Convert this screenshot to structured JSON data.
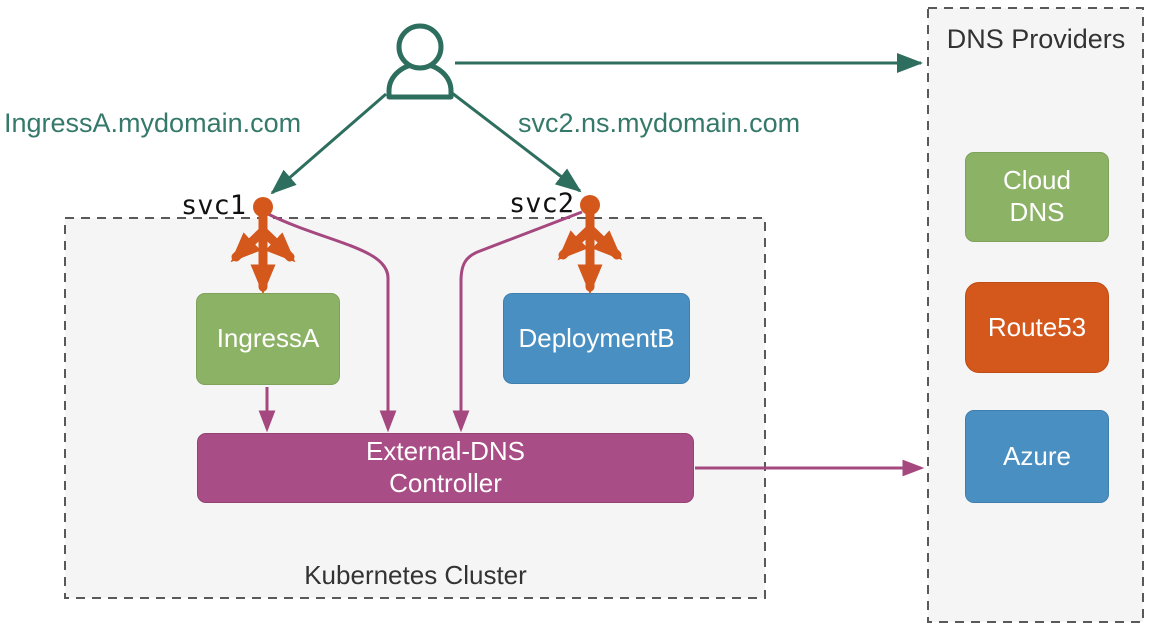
{
  "labels": {
    "ingress_domain": "IngressA.mydomain.com",
    "svc2_domain": "svc2.ns.mydomain.com",
    "svc1": "svc1",
    "svc2": "svc2",
    "cluster_title": "Kubernetes Cluster",
    "providers_title": "DNS Providers"
  },
  "nodes": {
    "ingress": "IngressA",
    "deployment": "DeploymentB",
    "controller": "External-DNS\nController"
  },
  "providers": [
    {
      "label": "Cloud\nDNS",
      "color": "#8cb266"
    },
    {
      "label": "Route53",
      "color": "#d4571c"
    },
    {
      "label": "Azure",
      "color": "#4a8fc2"
    }
  ],
  "icons": {
    "user": "user-icon",
    "service_endpoint": "service-endpoint-dot-icon",
    "fanout": "service-fanout-arrows-icon"
  },
  "colors": {
    "teal": "#2e6e5e",
    "teal_text": "#35796a",
    "orange": "#d4571c",
    "green": "#8cb266",
    "blue": "#4a8fc2",
    "purple_line": "#a5487f",
    "purple_box": "#a84d86",
    "panel_bg": "#f5f5f5",
    "dashed_border": "#595959",
    "title_text": "#333333"
  }
}
